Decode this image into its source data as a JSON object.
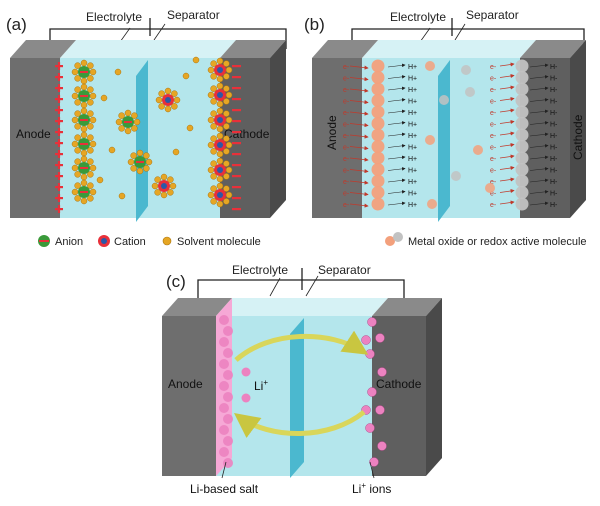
{
  "panel_a": {
    "tag": "(a)",
    "electrolyte": "Electrolyte",
    "separator": "Separator",
    "anode": "Anode",
    "cathode": "Cathode",
    "legend": {
      "anion": "Anion",
      "cation": "Cation",
      "solvent": "Solvent molecule"
    }
  },
  "panel_b": {
    "tag": "(b)",
    "electrolyte": "Electrolyte",
    "separator": "Separator",
    "anode": "Anode",
    "cathode": "Cathode",
    "proton": "H",
    "proton_sup": "+",
    "electron": "e",
    "electron_sup": "-",
    "legend": "Metal oxide or redox active molecule"
  },
  "panel_c": {
    "tag": "(c)",
    "electrolyte": "Electrolyte",
    "separator": "Separator",
    "anode": "Anode",
    "cathode": "Cathode",
    "li_label": "Li",
    "li_sup": "+",
    "salt_label": "Li-based salt",
    "ions_label": "Li",
    "ions_sup": "+",
    "ions_suffix": " ions"
  },
  "colors": {
    "electrode": "#6e6e6e",
    "electrode_dark": "#505050",
    "electrolyte": "#b4e6ec",
    "separator": "#3fb3cc",
    "plus": "#e8303a",
    "anion": "#3a9a3a",
    "cation": "#2a58a8",
    "solvent": "#e6a624",
    "particle_orange": "#f3a07c",
    "particle_grey": "#c2c2c2",
    "li_pink": "#ec82c0",
    "arrow_yellow": "#d9d65a"
  }
}
